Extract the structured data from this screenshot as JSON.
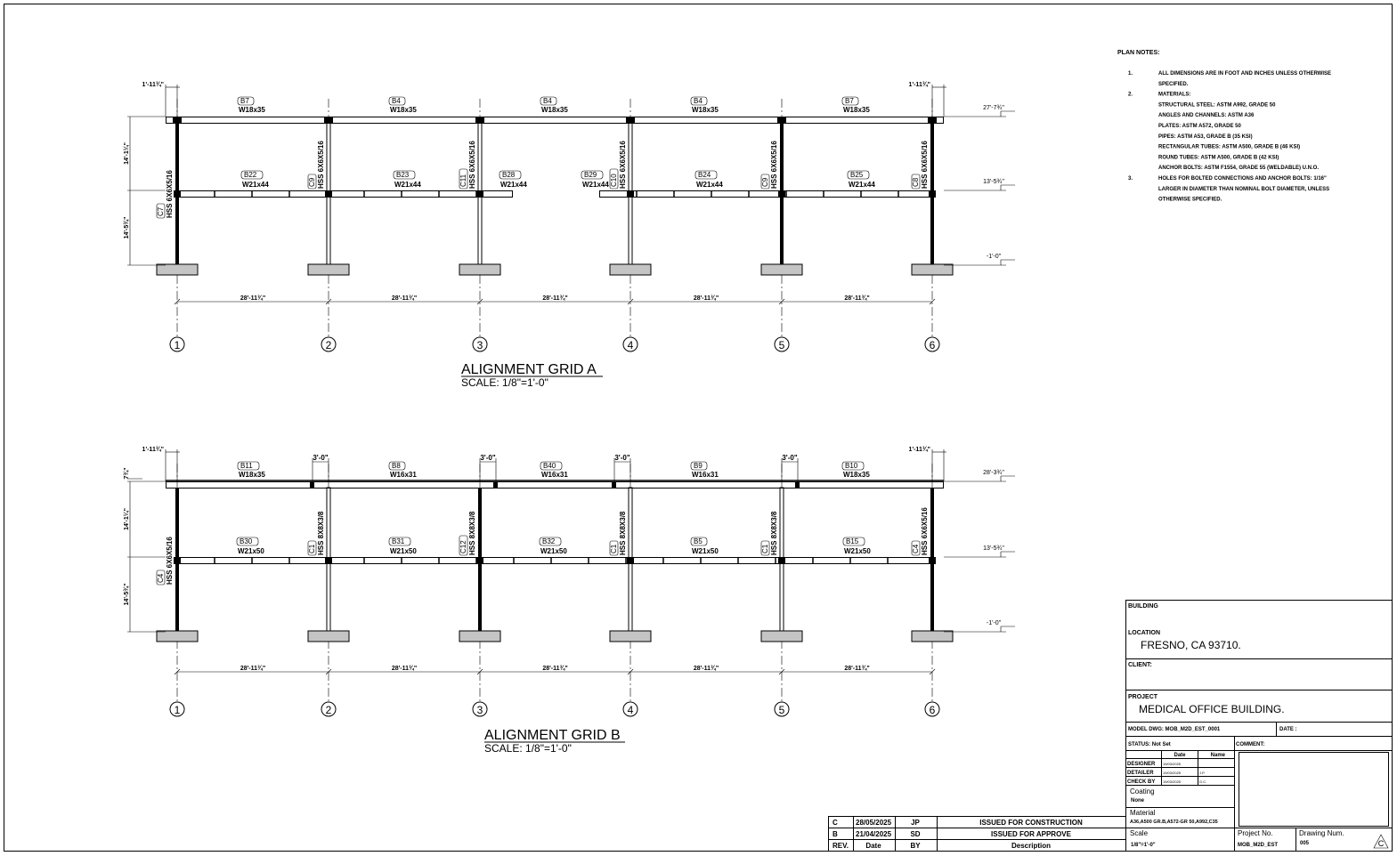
{
  "plan_notes": {
    "title": "PLAN NOTES:",
    "items": [
      {
        "num": "1.",
        "lines": [
          "ALL DIMENSIONS ARE IN FOOT AND INCHES UNLESS OTHERWISE",
          "SPECIFIED."
        ]
      },
      {
        "num": "2.",
        "lines": [
          "MATERIALS:",
          "STRUCTURAL STEEL: ASTM A992, GRADE 50",
          "ANGLES AND CHANNELS: ASTM A36",
          "PLATES: ASTM A572, GRADE 50",
          "PIPES: ASTM A53, GRADE B (35 KSI)",
          "RECTANGULAR TUBES: ASTM A500, GRADE B (46 KSI)",
          "ROUND TUBES: ASTM A500, GRADE B (42 KSI)",
          "ANCHOR BOLTS: ASTM F1554, GRADE 55 (WELDABLE) U.N.O."
        ]
      },
      {
        "num": "3.",
        "lines": [
          "HOLES FOR BOLTED CONNECTIONS AND ANCHOR BOLTS: 1/16\"",
          "LARGER IN DIAMETER THAN NOMINAL BOLT DIAMETER, UNLESS",
          "OTHERWISE SPECIFIED."
        ]
      }
    ]
  },
  "elevations": [
    {
      "title": "ALIGNMENT GRID A",
      "scale": "SCALE: 1/8\"=1'-0\"",
      "levels": [
        "27'-7¾\"",
        "13'-5¾\"",
        "-1'-0\""
      ],
      "overhang_left": "1'-11¾\"",
      "overhang_right": "1'-11¾\"",
      "story_dims": [
        "14'-1¼\"",
        "14'-5¾\""
      ],
      "top_offset_dim": "",
      "bay_dims": [
        "28'-11¾\"",
        "28'-11¾\"",
        "28'-11¾\"",
        "28'-11¾\"",
        "28'-11¾\""
      ],
      "grids": [
        "1",
        "2",
        "3",
        "4",
        "5",
        "6"
      ],
      "roof_beams": [
        {
          "tag": "B7",
          "size": "W18x35"
        },
        {
          "tag": "B4",
          "size": "W18x35"
        },
        {
          "tag": "B4",
          "size": "W18x35"
        },
        {
          "tag": "B4",
          "size": "W18x35"
        },
        {
          "tag": "B7",
          "size": "W18x35"
        }
      ],
      "floor_beams": [
        {
          "tag": "B22",
          "size": "W21x44"
        },
        {
          "tag": "B23",
          "size": "W21x44"
        },
        {
          "tag": "B28",
          "size": "W21x44"
        },
        {
          "tag": "B29",
          "size": "W21x44"
        },
        {
          "tag": "B24",
          "size": "W21x44"
        },
        {
          "tag": "B25",
          "size": "W21x44"
        }
      ],
      "columns": [
        {
          "tag": "C7",
          "size": "HSS 6X6X5/16"
        },
        {
          "tag": "C9",
          "size": "HSS 6X6X5/16"
        },
        {
          "tag": "C11",
          "size": "HSS 6X6X5/16"
        },
        {
          "tag": "C10",
          "size": "HSS 6X6X5/16"
        },
        {
          "tag": "C9",
          "size": "HSS 6X6X5/16"
        },
        {
          "tag": "C8",
          "size": "HSS 6X6X5/16"
        }
      ],
      "splice_dims": []
    },
    {
      "title": "ALIGNMENT GRID B",
      "scale": "SCALE: 1/8\"=1'-0\"",
      "levels": [
        "28'-3¾\"",
        "13'-5¾\"",
        "-1'-0\""
      ],
      "overhang_left": "1'-11¾\"",
      "overhang_right": "1'-11¾\"",
      "story_dims": [
        "14'-1¼\"",
        "14'-5¾\""
      ],
      "top_offset_dim": "7¾\"",
      "bay_dims": [
        "28'-11¾\"",
        "28'-11¾\"",
        "28'-11¾\"",
        "28'-11¾\"",
        "28'-11¾\""
      ],
      "grids": [
        "1",
        "2",
        "3",
        "4",
        "5",
        "6"
      ],
      "roof_beams": [
        {
          "tag": "B11",
          "size": "W18x35"
        },
        {
          "tag": "B8",
          "size": "W16x31"
        },
        {
          "tag": "B40",
          "size": "W16x31"
        },
        {
          "tag": "B9",
          "size": "W16x31"
        },
        {
          "tag": "B10",
          "size": "W18x35"
        }
      ],
      "floor_beams": [
        {
          "tag": "B30",
          "size": "W21x50"
        },
        {
          "tag": "B31",
          "size": "W21x50"
        },
        {
          "tag": "B32",
          "size": "W21x50"
        },
        {
          "tag": "B5",
          "size": "W21x50"
        },
        {
          "tag": "B15",
          "size": "W21x50"
        }
      ],
      "columns": [
        {
          "tag": "C4",
          "size": "HSS 6X6X5/16"
        },
        {
          "tag": "C1",
          "size": "HSS 8X8X3/8"
        },
        {
          "tag": "C12",
          "size": "HSS 8X8X3/8"
        },
        {
          "tag": "C1",
          "size": "HSS 8X8X3/8"
        },
        {
          "tag": "C1",
          "size": "HSS 8X8X3/8"
        },
        {
          "tag": "C4",
          "size": "HSS 6X6X5/16"
        }
      ],
      "splice_dims": [
        "3'-0\"",
        "3'-0\"",
        "3'-0\"",
        "3'-0\""
      ]
    }
  ],
  "revisions": {
    "headers": {
      "rev": "REV.",
      "date": "Date",
      "by": "BY",
      "desc": "Description"
    },
    "rows": [
      {
        "rev": "C",
        "date": "28/05/2025",
        "by": "JP",
        "desc": "ISSUED FOR CONSTRUCTION"
      },
      {
        "rev": "B",
        "date": "21/04/2025",
        "by": "SD",
        "desc": "ISSUED FOR APPROVE"
      }
    ]
  },
  "title_block": {
    "building_label": "BUILDING",
    "location_label": "LOCATION",
    "location": "FRESNO, CA 93710.",
    "client_label": "CLIENT:",
    "project_label": "PROJECT",
    "project": "MEDICAL OFFICE BUILDING.",
    "model_dwg": "MODEL DWG:  MOB_M2D_EST_0001",
    "date_label": "DATE :",
    "status": "STATUS: Not Set",
    "comment_label": "COMMENT:",
    "staff_headers": {
      "date": "Date",
      "name": "Name"
    },
    "staff": [
      {
        "role": "DESIGNER",
        "date": "19/03/2025",
        "name": ""
      },
      {
        "role": "DETAILER",
        "date": "19/03/2025",
        "name": "J.P."
      },
      {
        "role": "CHECK BY",
        "date": "19/03/2025",
        "name": "G.C."
      }
    ],
    "coating_label": "Coating",
    "coating": "None",
    "material_label": "Material",
    "material": "A36,A500 GR.B,A572-GR 50,A992,C35",
    "scale_label": "Scale",
    "scale": "1/8\"=1'-0\"",
    "project_no_label": "Project No.",
    "project_no": "MOB_M2D_EST",
    "drawing_num_label": "Drawing Num.",
    "drawing_num": "005",
    "revision_mark": "C"
  }
}
